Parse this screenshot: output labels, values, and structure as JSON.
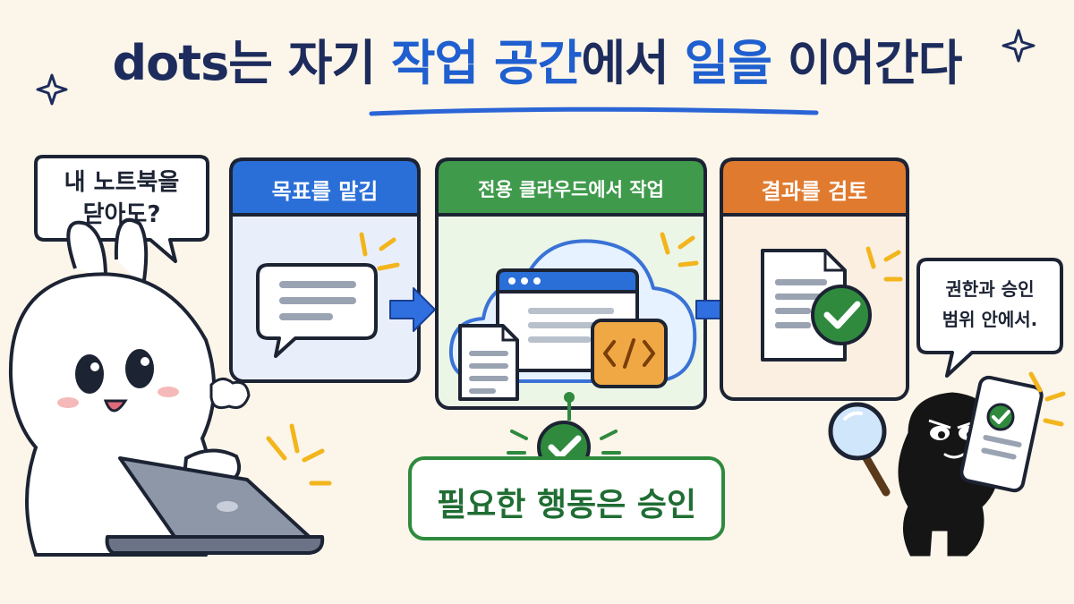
{
  "title": {
    "part1": "dots는 자기 ",
    "part2": "작업 공간",
    "part3": "에서 ",
    "part4": "일을",
    "part5": " 이어간다"
  },
  "left_bubble": {
    "line1": "내 노트북을",
    "line2": "닫아도?"
  },
  "right_bubble": {
    "line1": "권한과 승인",
    "line2": "범위 안에서."
  },
  "steps": [
    {
      "label": "목표를 맡김",
      "color": "#2a6fd8",
      "bg": "#e7eefb"
    },
    {
      "label": "전용 클라우드에서 작업",
      "color": "#3f9a4c",
      "bg": "#eaf5e3"
    },
    {
      "label": "결과를 검토",
      "color": "#e07a2e",
      "bg": "#fbeee0"
    }
  ],
  "approval": {
    "label": "필요한 행동은 승인",
    "color": "#2f8a3e"
  },
  "colors": {
    "navy": "#1d2c5c",
    "accent_blue": "#1f5fcf",
    "arrow": "#2f6fe0",
    "accent_yellow": "#f2b51c",
    "laptop": "#8e97a8"
  },
  "icons": [
    "sparkle-icon",
    "chat-icon",
    "arrow-right-icon",
    "cloud-icon",
    "browser-window-icon",
    "document-icon",
    "code-icon",
    "check-circle-icon",
    "magnifier-icon",
    "phone-icon",
    "laptop-icon"
  ]
}
